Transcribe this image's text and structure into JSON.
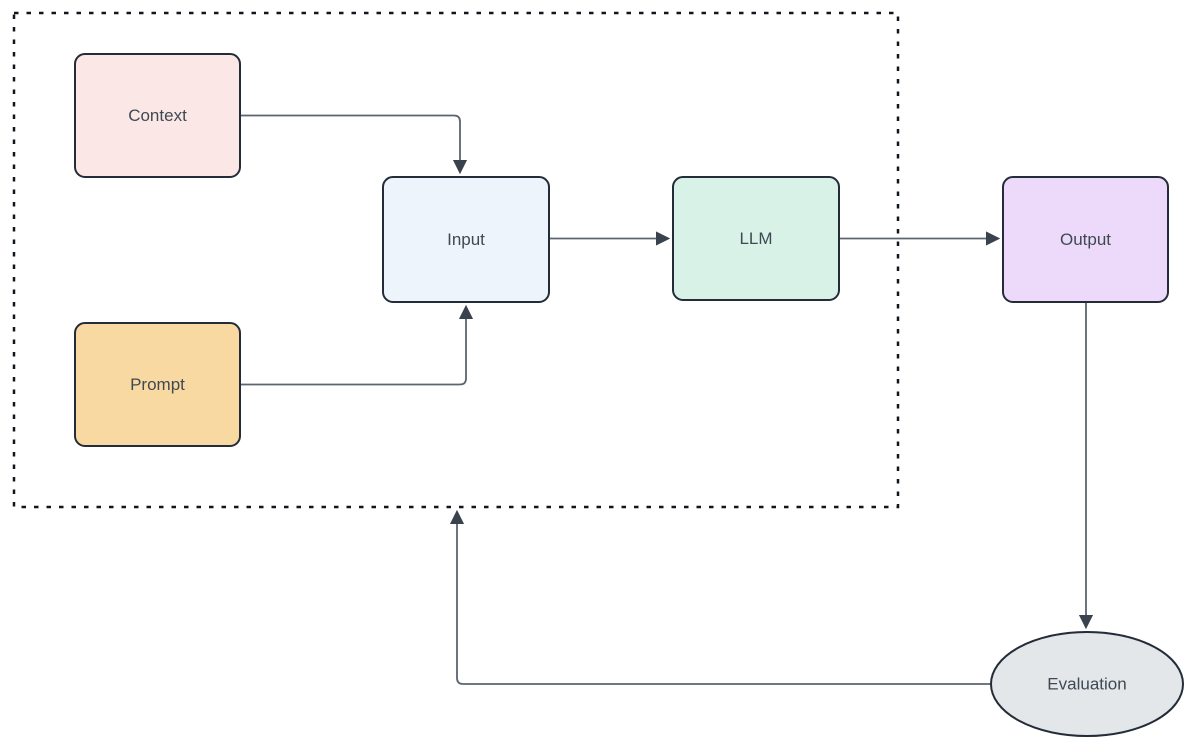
{
  "diagram": {
    "type": "flowchart",
    "nodes": {
      "context": {
        "label": "Context",
        "shape": "rounded-rect",
        "fill": "#fbe7e5"
      },
      "prompt": {
        "label": "Prompt",
        "shape": "rounded-rect",
        "fill": "#f9d9a2"
      },
      "input": {
        "label": "Input",
        "shape": "rounded-rect",
        "fill": "#eef4fc"
      },
      "llm": {
        "label": "LLM",
        "shape": "rounded-rect",
        "fill": "#d9f2e8"
      },
      "output": {
        "label": "Output",
        "shape": "rounded-rect",
        "fill": "#eddafa"
      },
      "evaluation": {
        "label": "Evaluation",
        "shape": "ellipse",
        "fill": "#e3e7ea"
      }
    },
    "groups": [
      {
        "name": "dashed-group",
        "style": "dotted-border",
        "contains": [
          "context",
          "prompt",
          "input",
          "llm"
        ]
      }
    ],
    "edges": [
      {
        "from": "context",
        "to": "input"
      },
      {
        "from": "prompt",
        "to": "input"
      },
      {
        "from": "input",
        "to": "llm"
      },
      {
        "from": "llm",
        "to": "output"
      },
      {
        "from": "output",
        "to": "evaluation"
      },
      {
        "from": "evaluation",
        "to": "dashed-group"
      }
    ],
    "colors": {
      "node_border": "#232c38",
      "container_border": "#10161d",
      "connector_line": "#5b6570",
      "arrowhead": "#39424d",
      "text": "#3f4953",
      "background": "#ffffff"
    }
  }
}
